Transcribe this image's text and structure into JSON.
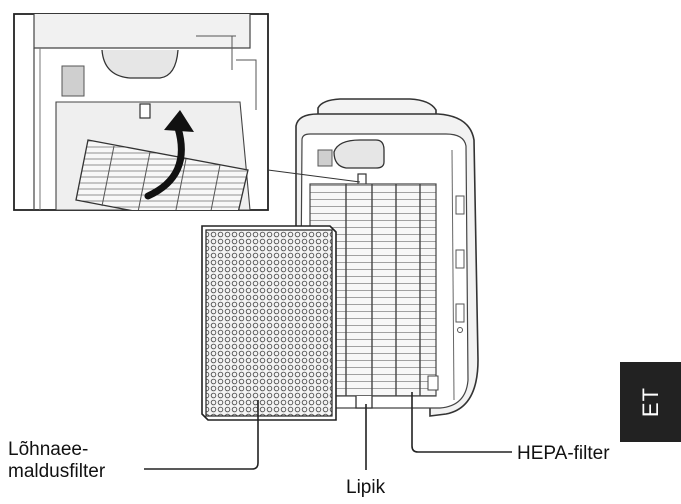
{
  "labels": {
    "odor_filter_line1": "Lõhnaee-",
    "odor_filter_line2": "maldusfilter",
    "tab": "Lipik",
    "hepa_filter": "HEPA-filter"
  },
  "language_tab": "ET",
  "colors": {
    "line": "#222222",
    "light_line": "#9a9a9a",
    "panel": "#efefef",
    "tab_bg": "#222222"
  }
}
